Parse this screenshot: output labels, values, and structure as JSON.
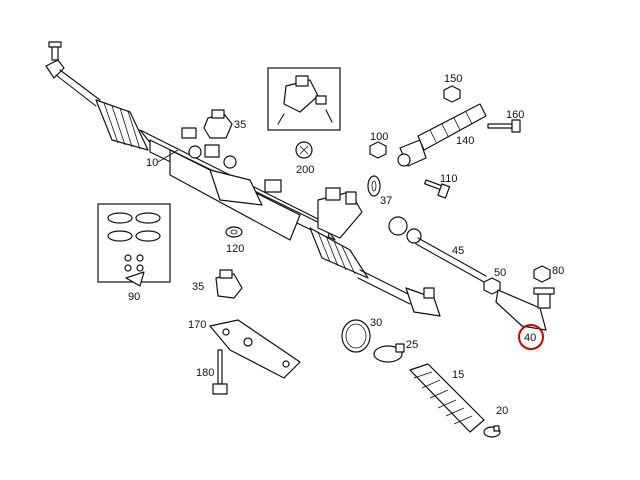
{
  "callouts": {
    "c10": "10",
    "c15": "15",
    "c20": "20",
    "c25": "25",
    "c30": "30",
    "c35a": "35",
    "c35b": "35",
    "c37": "37",
    "c40": "40",
    "c45": "45",
    "c50": "50",
    "c80": "80",
    "c90": "90",
    "c100": "100",
    "c110": "110",
    "c120": "120",
    "c140": "140",
    "c150": "150",
    "c160": "160",
    "c170": "170",
    "c180": "180",
    "c200": "200"
  },
  "colors": {
    "line": "#111111",
    "highlight": "#d40000",
    "background": "#ffffff"
  },
  "highlighted_callout": "40"
}
